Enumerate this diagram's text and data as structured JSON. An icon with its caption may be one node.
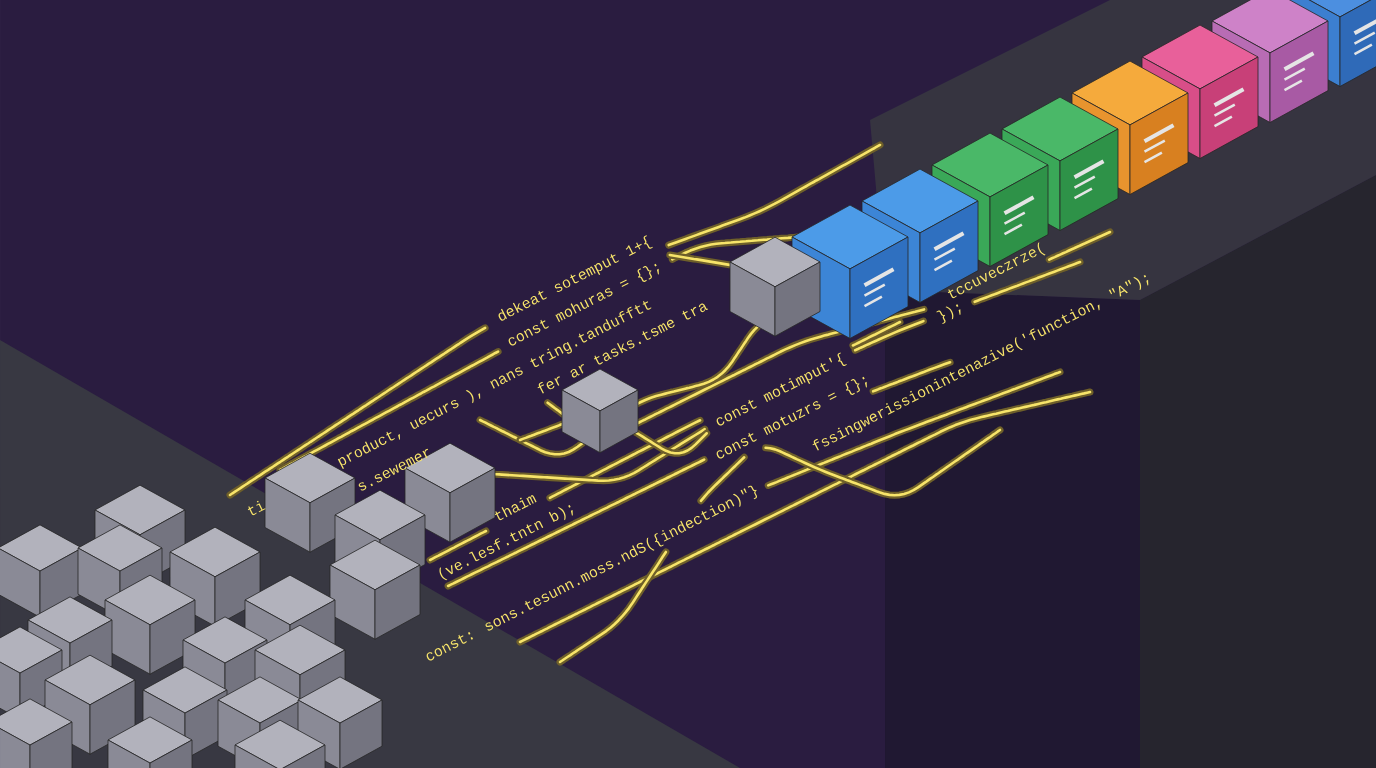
{
  "diagram": {
    "labels": [
      "dekeat sotemput 1+{",
      "const mohuras = {};",
      "product, uecurs ), nans tring.tandufftt",
      "fer ar tasks.tsme tra",
      "s.sewemer",
      "ti",
      "thaim",
      "(ve.lesf.tntn b);",
      "const: sons.tesunn.moss.ndS({indection)\"}",
      "fssingwerissionintenazive('function, \"A\");",
      "const motimput'{",
      "const motuzrs = {};",
      "tccuveczrze(",
      "});"
    ]
  }
}
